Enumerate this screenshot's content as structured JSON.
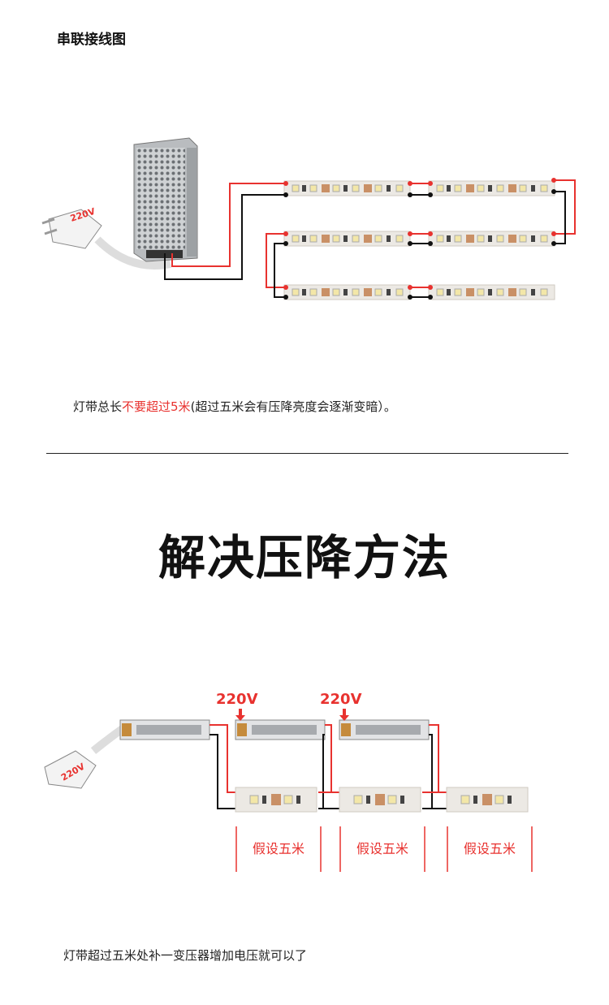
{
  "section1": {
    "title": "串联接线图",
    "plug_label": "220V",
    "note_prefix": "灯带总长",
    "note_highlight": "不要超过5米",
    "note_suffix": "(超过五米会有压降亮度会逐渐变暗）。"
  },
  "section2": {
    "heading": "解决压降方法",
    "plug_label": "220V",
    "input_labels": [
      "220V",
      "220V"
    ],
    "segment_labels": [
      "假设五米",
      "假设五米",
      "假设五米"
    ],
    "note": "灯带超过五米处补一变压器增加电压就可以了"
  },
  "colors": {
    "accent": "#e8322f",
    "wire_red": "#e8322f",
    "wire_black": "#111111",
    "strip": "#ece9e4"
  }
}
